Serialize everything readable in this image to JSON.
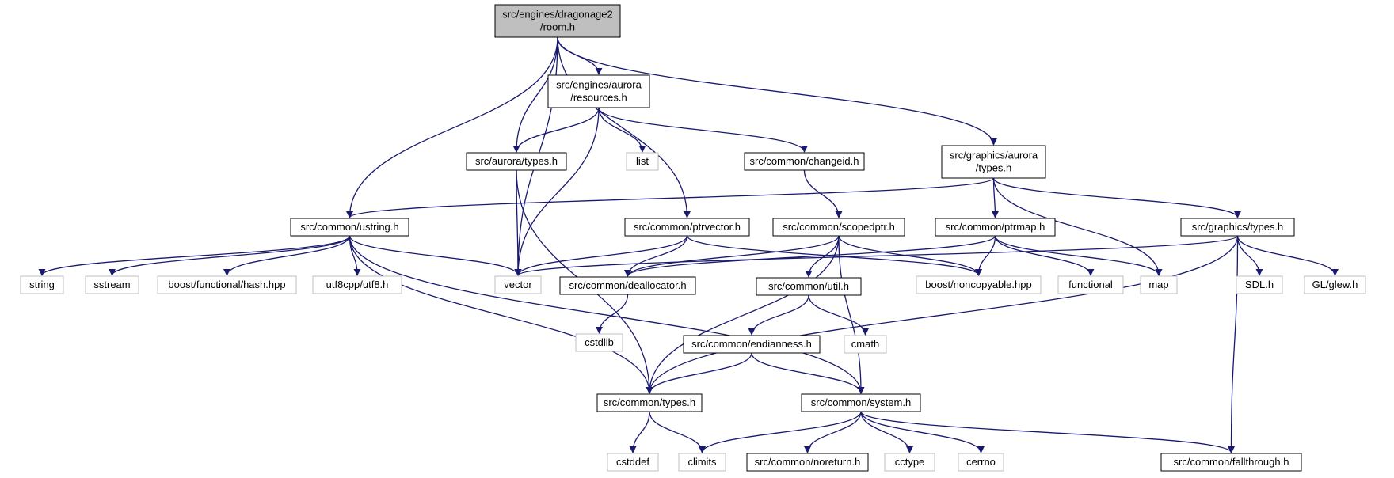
{
  "nodes": [
    {
      "id": "room",
      "lines": [
        "src/engines/dragonage2",
        "/room.h"
      ],
      "style": "root"
    },
    {
      "id": "resources",
      "lines": [
        "src/engines/aurora",
        "/resources.h"
      ],
      "style": "normal"
    },
    {
      "id": "aurora_types",
      "lines": [
        "src/aurora/types.h"
      ],
      "style": "normal"
    },
    {
      "id": "list",
      "lines": [
        "list"
      ],
      "style": "external"
    },
    {
      "id": "changeid",
      "lines": [
        "src/common/changeid.h"
      ],
      "style": "normal"
    },
    {
      "id": "gfx_aurora_types",
      "lines": [
        "src/graphics/aurora",
        "/types.h"
      ],
      "style": "normal"
    },
    {
      "id": "ustring",
      "lines": [
        "src/common/ustring.h"
      ],
      "style": "normal"
    },
    {
      "id": "ptrvector",
      "lines": [
        "src/common/ptrvector.h"
      ],
      "style": "normal"
    },
    {
      "id": "scopedptr",
      "lines": [
        "src/common/scopedptr.h"
      ],
      "style": "normal"
    },
    {
      "id": "ptrmap",
      "lines": [
        "src/common/ptrmap.h"
      ],
      "style": "normal"
    },
    {
      "id": "gfx_types",
      "lines": [
        "src/graphics/types.h"
      ],
      "style": "normal"
    },
    {
      "id": "string",
      "lines": [
        "string"
      ],
      "style": "external"
    },
    {
      "id": "sstream",
      "lines": [
        "sstream"
      ],
      "style": "external"
    },
    {
      "id": "hash",
      "lines": [
        "boost/functional/hash.hpp"
      ],
      "style": "external"
    },
    {
      "id": "utf8",
      "lines": [
        "utf8cpp/utf8.h"
      ],
      "style": "external"
    },
    {
      "id": "vector",
      "lines": [
        "vector"
      ],
      "style": "external"
    },
    {
      "id": "deallocator",
      "lines": [
        "src/common/deallocator.h"
      ],
      "style": "normal"
    },
    {
      "id": "noncopyable",
      "lines": [
        "boost/noncopyable.hpp"
      ],
      "style": "external"
    },
    {
      "id": "functional",
      "lines": [
        "functional"
      ],
      "style": "external"
    },
    {
      "id": "map",
      "lines": [
        "map"
      ],
      "style": "external"
    },
    {
      "id": "sdl",
      "lines": [
        "SDL.h"
      ],
      "style": "external"
    },
    {
      "id": "glew",
      "lines": [
        "GL/glew.h"
      ],
      "style": "external"
    },
    {
      "id": "util",
      "lines": [
        "src/common/util.h"
      ],
      "style": "normal"
    },
    {
      "id": "cstdlib",
      "lines": [
        "cstdlib"
      ],
      "style": "external"
    },
    {
      "id": "endianness",
      "lines": [
        "src/common/endianness.h"
      ],
      "style": "normal"
    },
    {
      "id": "cmath",
      "lines": [
        "cmath"
      ],
      "style": "external"
    },
    {
      "id": "common_types",
      "lines": [
        "src/common/types.h"
      ],
      "style": "normal"
    },
    {
      "id": "system",
      "lines": [
        "src/common/system.h"
      ],
      "style": "normal"
    },
    {
      "id": "cstddef",
      "lines": [
        "cstddef"
      ],
      "style": "external"
    },
    {
      "id": "climits",
      "lines": [
        "climits"
      ],
      "style": "external"
    },
    {
      "id": "noreturn",
      "lines": [
        "src/common/noreturn.h"
      ],
      "style": "normal"
    },
    {
      "id": "cctype",
      "lines": [
        "cctype"
      ],
      "style": "external"
    },
    {
      "id": "cerrno",
      "lines": [
        "cerrno"
      ],
      "style": "external"
    },
    {
      "id": "fallthrough",
      "lines": [
        "src/common/fallthrough.h"
      ],
      "style": "normal"
    }
  ],
  "edges": [
    [
      "room",
      "resources"
    ],
    [
      "room",
      "aurora_types"
    ],
    [
      "room",
      "ustring"
    ],
    [
      "room",
      "vector"
    ],
    [
      "room",
      "ptrvector"
    ],
    [
      "room",
      "gfx_aurora_types"
    ],
    [
      "resources",
      "aurora_types"
    ],
    [
      "resources",
      "list"
    ],
    [
      "resources",
      "changeid"
    ],
    [
      "resources",
      "vector"
    ],
    [
      "aurora_types",
      "vector"
    ],
    [
      "aurora_types",
      "common_types"
    ],
    [
      "changeid",
      "scopedptr"
    ],
    [
      "gfx_aurora_types",
      "ustring"
    ],
    [
      "gfx_aurora_types",
      "ptrmap"
    ],
    [
      "gfx_aurora_types",
      "map"
    ],
    [
      "gfx_aurora_types",
      "gfx_types"
    ],
    [
      "ustring",
      "string"
    ],
    [
      "ustring",
      "sstream"
    ],
    [
      "ustring",
      "hash"
    ],
    [
      "ustring",
      "utf8"
    ],
    [
      "ustring",
      "vector"
    ],
    [
      "ustring",
      "common_types"
    ],
    [
      "ustring",
      "system"
    ],
    [
      "ptrvector",
      "vector"
    ],
    [
      "ptrvector",
      "deallocator"
    ],
    [
      "ptrvector",
      "noncopyable"
    ],
    [
      "scopedptr",
      "deallocator"
    ],
    [
      "scopedptr",
      "noncopyable"
    ],
    [
      "scopedptr",
      "util"
    ],
    [
      "scopedptr",
      "common_types"
    ],
    [
      "scopedptr",
      "system"
    ],
    [
      "ptrmap",
      "deallocator"
    ],
    [
      "ptrmap",
      "noncopyable"
    ],
    [
      "ptrmap",
      "functional"
    ],
    [
      "ptrmap",
      "map"
    ],
    [
      "gfx_types",
      "vector"
    ],
    [
      "gfx_types",
      "sdl"
    ],
    [
      "gfx_types",
      "glew"
    ],
    [
      "gfx_types",
      "common_types"
    ],
    [
      "gfx_types",
      "fallthrough"
    ],
    [
      "deallocator",
      "cstdlib"
    ],
    [
      "util",
      "endianness"
    ],
    [
      "util",
      "cmath"
    ],
    [
      "endianness",
      "common_types"
    ],
    [
      "endianness",
      "system"
    ],
    [
      "common_types",
      "cstddef"
    ],
    [
      "common_types",
      "climits"
    ],
    [
      "system",
      "climits"
    ],
    [
      "system",
      "noreturn"
    ],
    [
      "system",
      "cctype"
    ],
    [
      "system",
      "cerrno"
    ],
    [
      "system",
      "fallthrough"
    ]
  ],
  "colors": {
    "edge": "#191970",
    "root_fill": "#bfbfbf",
    "external_border": "#bfbfbf",
    "normal_border": "#000000"
  }
}
